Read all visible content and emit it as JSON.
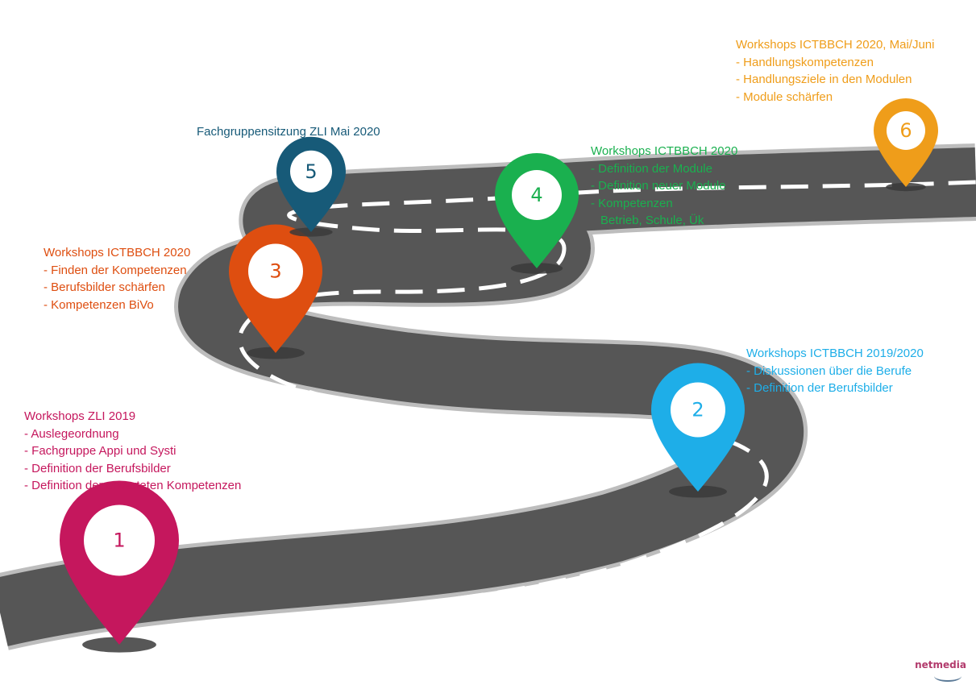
{
  "colors": {
    "road": "#565656",
    "road_edge": "#bdbdbd",
    "dash": "#ffffff",
    "shadow": "#3a3a3a"
  },
  "milestones": [
    {
      "number": "1",
      "color": "#c5175d",
      "title": "Workshops ZLI 2019",
      "items": [
        "- Auslegeordnung",
        "- Fachgruppe Appi und Systi",
        "- Definition der Berufsbilder",
        "- Definition der erwarteten Kompetenzen"
      ]
    },
    {
      "number": "2",
      "color": "#1eaee8",
      "title": "Workshops ICTBBCH 2019/2020",
      "items": [
        "- Diskussionen über die Berufe",
        "- Definition der Berufsbilder"
      ]
    },
    {
      "number": "3",
      "color": "#de4e10",
      "title": "Workshops ICTBBCH 2020",
      "items": [
        "- Finden der Kompetenzen",
        "- Berufsbilder schärfen",
        "- Kompetenzen BiVo"
      ]
    },
    {
      "number": "4",
      "color": "#1ab04f",
      "title": "Workshops ICTBBCH 2020",
      "items": [
        "- Definition der Module",
        "- Definition neuer Module",
        "- Kompetenzen",
        "Betrieb, Schule, Ük"
      ]
    },
    {
      "number": "5",
      "color": "#175a78",
      "title": "Fachgruppensitzung ZLI Mai 2020",
      "items": []
    },
    {
      "number": "6",
      "color": "#ef9d1a",
      "title": "Workshops ICTBBCH 2020, Mai/Juni",
      "items": [
        "- Handlungskompetenzen",
        "- Handlungsziele in den Modulen",
        "- Module schärfen"
      ]
    }
  ],
  "brand": {
    "name": "netmedia"
  }
}
